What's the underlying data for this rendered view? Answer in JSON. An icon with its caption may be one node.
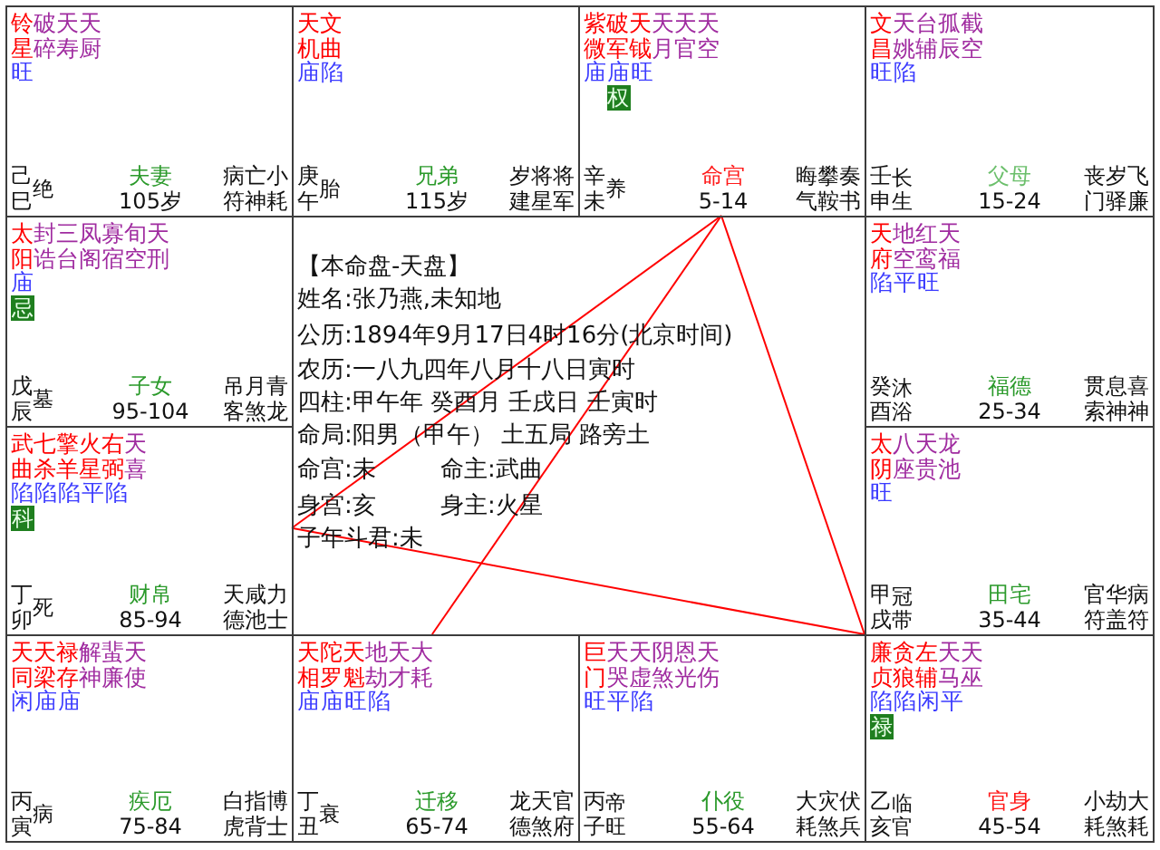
{
  "diagram": {
    "nodes": [
      {
        "text": [
          "铃星",
          "破碎",
          "天寿",
          "天厨",
          "旺",
          "己巳",
          "绝",
          "夫妻",
          "105岁",
          "病符",
          "亡神",
          "小耗"
        ]
      },
      {
        "text": [
          "天机",
          "文曲",
          "庙陷",
          "庚午",
          "胎",
          "兄弟",
          "115岁",
          "岁建",
          "将星",
          "将军"
        ]
      },
      {
        "text": [
          "紫微",
          "破军",
          "天钺",
          "天月",
          "天官",
          "天空",
          "庙庙旺",
          "权",
          "辛未",
          "养",
          "命宫",
          "5-14",
          "晦气",
          "攀鞍",
          "奏书"
        ]
      },
      {
        "text": [
          "文昌",
          "天姚",
          "台辅",
          "孤辰",
          "截空",
          "旺陷",
          "壬申",
          "长生",
          "父母",
          "15-24",
          "丧门",
          "岁驿",
          "飞廉"
        ]
      },
      {
        "text": [
          "太阳",
          "封诰",
          "三台",
          "凤阁",
          "寡宿",
          "旬空",
          "天刑",
          "庙",
          "忌",
          "戊辰",
          "墓",
          "子女",
          "95-104",
          "吊客",
          "月煞",
          "青龙"
        ]
      },
      {
        "text": [
          "天府",
          "地空",
          "红鸾",
          "天福",
          "陷平旺",
          "癸酉",
          "沐浴",
          "福德",
          "25-34",
          "贯索",
          "息神",
          "喜神"
        ]
      },
      {
        "text": [
          "武曲",
          "七杀",
          "擎羊",
          "火星",
          "右弼",
          "天喜",
          "陷陷陷平陷",
          "科",
          "丁卯",
          "死",
          "财帛",
          "85-94",
          "天德",
          "咸池",
          "力士"
        ]
      },
      {
        "text": [
          "太阴",
          "八座",
          "天贵",
          "龙池",
          "旺",
          "甲戌",
          "冠带",
          "田宅",
          "35-44",
          "官符",
          "华盖",
          "病符"
        ]
      },
      {
        "text": [
          "天同",
          "天梁",
          "禄存",
          "解神",
          "蜚廉",
          "天使",
          "闲庙庙",
          "丙寅",
          "病",
          "疾厄",
          "75-84",
          "白虎",
          "指背",
          "博士"
        ]
      },
      {
        "text": [
          "天相",
          "陀罗",
          "天魁",
          "地劫",
          "天才",
          "大耗",
          "庙庙旺陷",
          "丁丑",
          "衰",
          "迁移",
          "65-74",
          "龙德",
          "天煞",
          "官府"
        ]
      },
      {
        "text": [
          "巨门",
          "天哭",
          "天虚",
          "阴煞",
          "恩光",
          "天伤",
          "旺平陷",
          "丙子",
          "帝旺",
          "仆役",
          "55-64",
          "大耗",
          "灾煞",
          "伏兵"
        ]
      },
      {
        "text": [
          "廉贞",
          "贪狼",
          "左辅",
          "天马",
          "天巫",
          "陷陷闲平",
          "禄",
          "乙亥",
          "临官",
          "官身",
          "45-54",
          "小耗",
          "劫煞",
          "大耗"
        ]
      }
    ],
    "edges": [
      {
        "from": 2,
        "to": 6,
        "arrow": "none"
      },
      {
        "from": 2,
        "to": 9,
        "arrow": "none"
      },
      {
        "from": 2,
        "to": 11,
        "arrow": "none"
      },
      {
        "from": 6,
        "to": 11,
        "arrow": "none"
      }
    ],
    "labels": [
      "【本命盘-天盘】",
      "姓名:张乃燕,未知地",
      "公历:1894年9月17日4时16分(北京时间)",
      "农历:一八九四年八月十八日寅时",
      "四柱:甲午年 癸酉月 壬戌日 壬寅时",
      "命局:阳男（甲午） 土五局 路旁土",
      "命宫:未",
      "命主:武曲",
      "身宫:亥",
      "身主:火星",
      "子年斗君:未"
    ]
  }
}
